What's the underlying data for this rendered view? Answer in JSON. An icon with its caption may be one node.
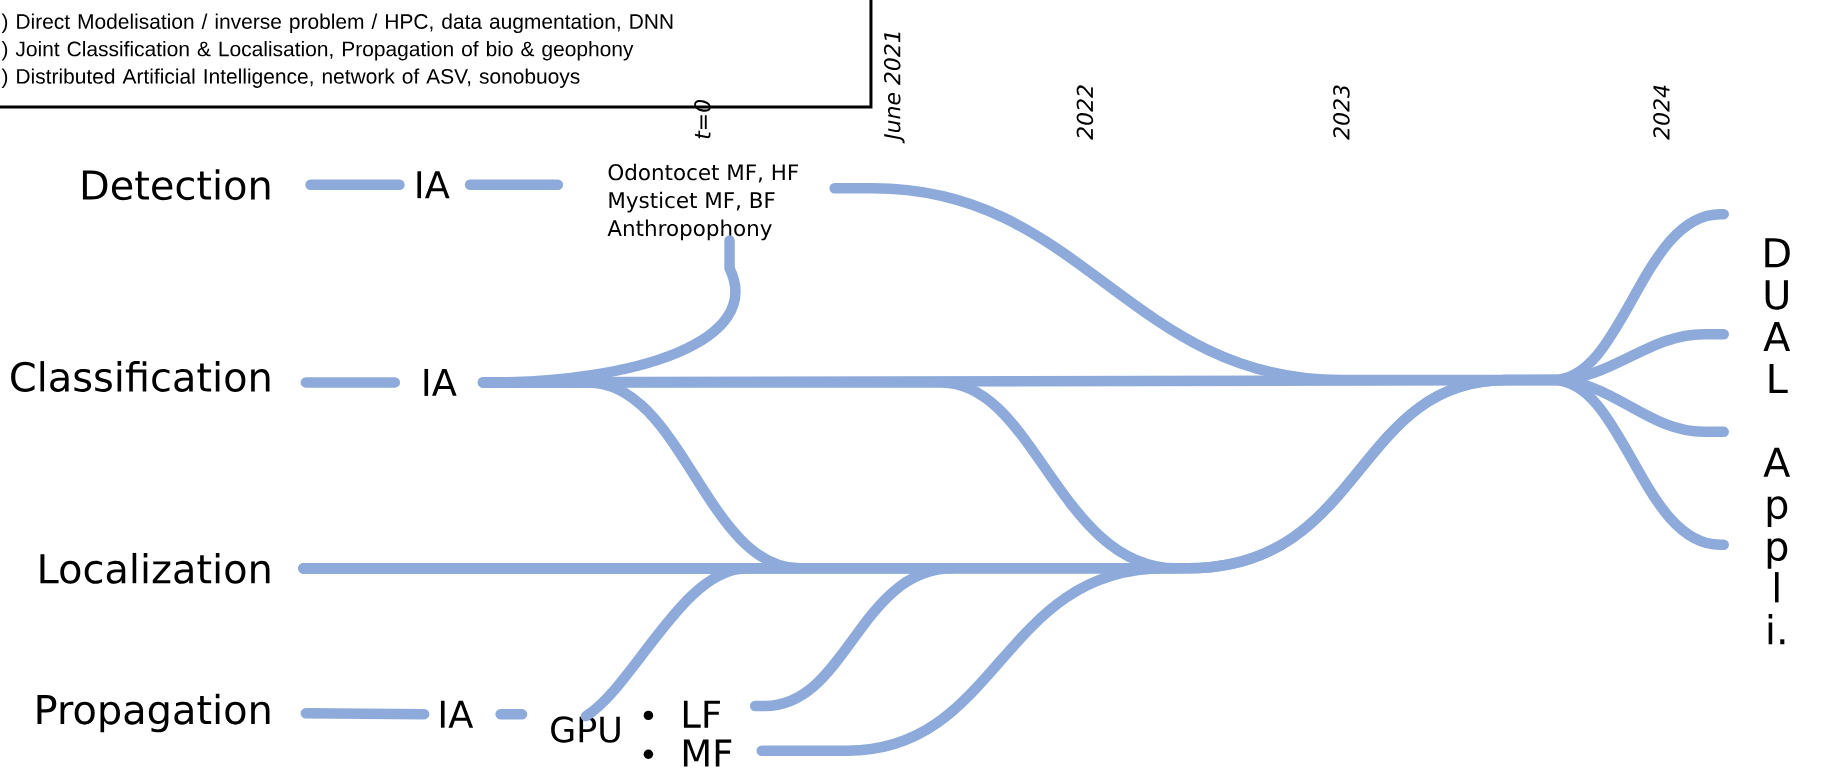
{
  "diagram": {
    "nodes": [
      {
        "text": [
          ") Direct Modelisation / inverse problem / HPC, data augmentation, DNN",
          ") Joint Classification & Localisation, Propagation of bio & geophony",
          ") Distributed Artificial Intelligence, network of ASV, sonobuoys"
        ]
      },
      {
        "text": [
          "Detection"
        ]
      },
      {
        "text": [
          "IA"
        ]
      },
      {
        "text": [
          "Odontocet MF, HF",
          "Mysticet MF, BF",
          "Anthropophony"
        ]
      },
      {
        "text": [
          "Classification"
        ]
      },
      {
        "text": [
          "IA"
        ]
      },
      {
        "text": [
          "Localization"
        ]
      },
      {
        "text": [
          "Propagation"
        ]
      },
      {
        "text": [
          "IA"
        ]
      },
      {
        "text": [
          "GPU"
        ]
      },
      {
        "text": [
          "LF"
        ]
      },
      {
        "text": [
          "MF"
        ]
      },
      {
        "text": [
          "DUAL Appli."
        ]
      }
    ],
    "edges": [
      {
        "from": 1,
        "to": 2,
        "arrow": "none"
      },
      {
        "from": 2,
        "to": 3,
        "arrow": "none"
      },
      {
        "from": 4,
        "to": 5,
        "arrow": "none"
      },
      {
        "from": 5,
        "to": 3,
        "arrow": "none"
      },
      {
        "from": 5,
        "to": 12,
        "arrow": "none"
      },
      {
        "from": 3,
        "to": 12,
        "arrow": "none"
      },
      {
        "from": 5,
        "to": 6,
        "arrow": "none"
      },
      {
        "from": 5,
        "to": 6,
        "arrow": "none"
      },
      {
        "from": 6,
        "to": 12,
        "arrow": "none"
      },
      {
        "from": 7,
        "to": 8,
        "arrow": "none"
      },
      {
        "from": 8,
        "to": 9,
        "arrow": "none"
      },
      {
        "from": 9,
        "to": 6,
        "arrow": "none"
      },
      {
        "from": 10,
        "to": 6,
        "arrow": "none"
      },
      {
        "from": 11,
        "to": 12,
        "arrow": "none"
      }
    ],
    "labels": [
      "t=0",
      "June 2021",
      "2022",
      "2023",
      "2024"
    ]
  }
}
